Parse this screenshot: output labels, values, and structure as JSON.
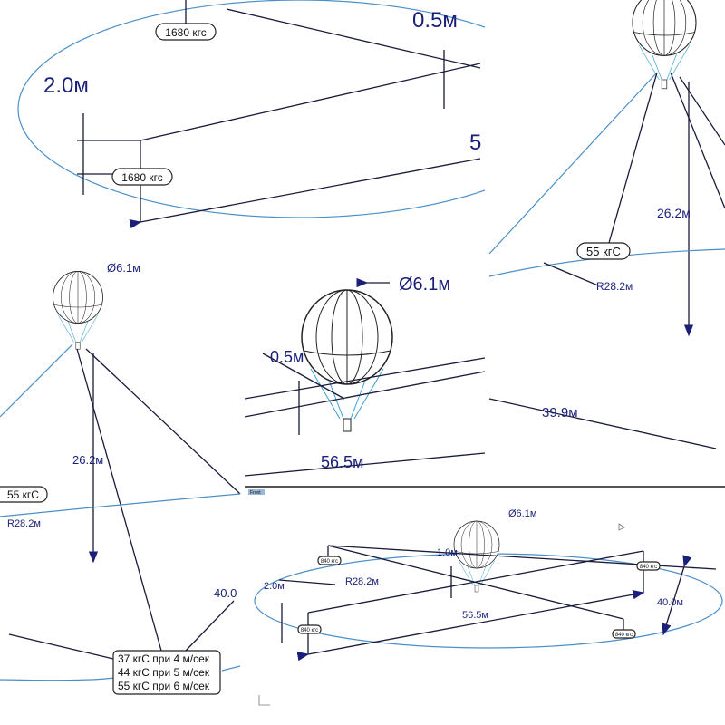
{
  "panels": {
    "top_left": {
      "tag1": "1680 кгс",
      "tag2": "1680 кгс",
      "dim_top": "0.5м",
      "dim_left": "2.0м",
      "dim_cut": "5"
    },
    "top_right": {
      "force": "55 кгС",
      "height": "26.2м",
      "radius": "R28.2м"
    },
    "middle_left": {
      "diameter": "Ø6.1м",
      "height": "26.2м",
      "force": "55 кгС",
      "radius": "R28.2м",
      "dim_cut": "40.0",
      "table": [
        "37 кгС при 4 м/сек",
        "44 кгС при 5 м/сек",
        "55 кгС при 6 м/сек"
      ]
    },
    "center": {
      "diameter": "Ø6.1м",
      "offset": "0.5м",
      "span": "56.5м",
      "dim_right": "39.9м"
    },
    "bottom_right": {
      "viewport_label": "Front",
      "diameter": "Ø6.1м",
      "offset": "1.0м",
      "radius": "R28.2м",
      "anchor_height": "2.0м",
      "span": "56.5м",
      "width": "40.0м",
      "tags": [
        "840 кгс",
        "840 кгс",
        "840 кгс",
        "840 кгс"
      ]
    }
  },
  "colors": {
    "dimension": "#1a1f7a",
    "tether": "#4a8fc8",
    "background": "#ffffff"
  }
}
